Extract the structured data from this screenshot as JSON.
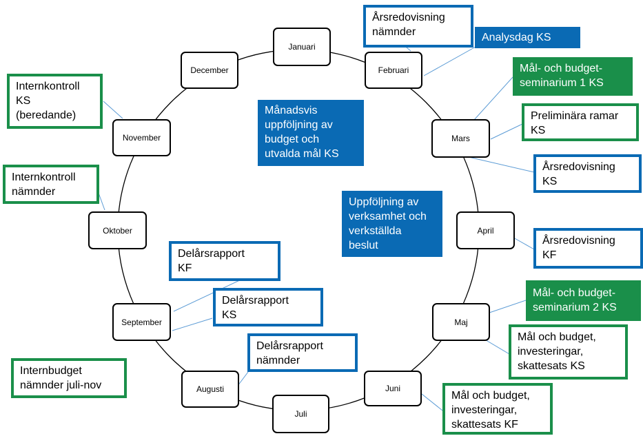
{
  "colors": {
    "blue": "#0a6ab4",
    "green": "#1a8f4a",
    "connector": "#5b9bd5"
  },
  "months": {
    "januari": "Januari",
    "februari": "Februari",
    "mars": "Mars",
    "april": "April",
    "maj": "Maj",
    "juni": "Juni",
    "juli": "Juli",
    "augusti": "Augusti",
    "september": "September",
    "oktober": "Oktober",
    "november": "November",
    "december": "December"
  },
  "events": {
    "arsredovisning_namnder": "Årsredovisning\nnämnder",
    "analysdag_ks": "Analysdag KS",
    "mal_budgetseminarium_1": "Mål- och budget-\nseminarium  1 KS",
    "preliminara_ramar": "Preliminära ramar\nKS",
    "arsredovisning_ks": "Årsredovisning\nKS",
    "arsredovisning_kf": "Årsredovisning\nKF",
    "mal_budgetseminarium_2": "Mål- och budget-\nseminarium  2 KS",
    "mal_budget_ks": "Mål och budget,\ninvesteringar,\nskattesats KS",
    "mal_budget_kf": "Mål och budget,\ninvesteringar,\nskattesats KF",
    "delarsrapport_kf": "Delårsrapport\nKF",
    "delarsrapport_ks": "Delårsrapport\nKS",
    "delarsrapport_namnder": "Delårsrapport\nnämnder",
    "internbudget": "Internbudget\nnämnder juli-nov",
    "internkontroll_namnder": "Internkontroll\nnämnder",
    "internkontroll_ks": "Internkontroll\nKS\n(beredande)"
  },
  "center": {
    "manadsvis": "Månadsvis\nuppföljning av\nbudget och\nutvalda mål KS",
    "uppfoljning": "Uppföljning av\nverksamhet och\nverkställda\nbeslut"
  }
}
